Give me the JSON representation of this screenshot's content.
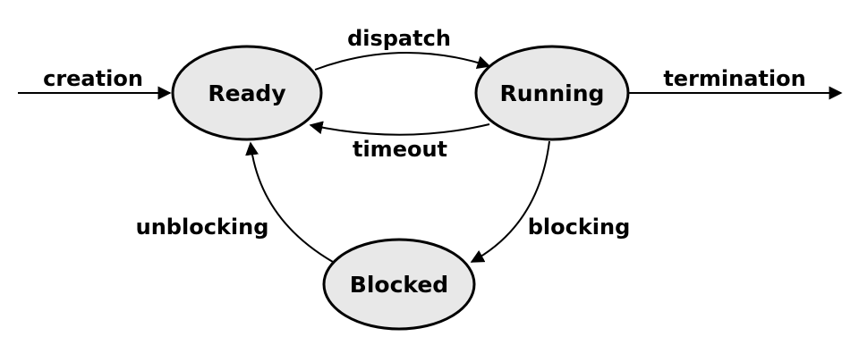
{
  "states": {
    "ready": "Ready",
    "running": "Running",
    "blocked": "Blocked"
  },
  "transitions": {
    "creation": "creation",
    "dispatch": "dispatch",
    "timeout": "timeout",
    "termination": "termination",
    "blocking": "blocking",
    "unblocking": "unblocking"
  }
}
